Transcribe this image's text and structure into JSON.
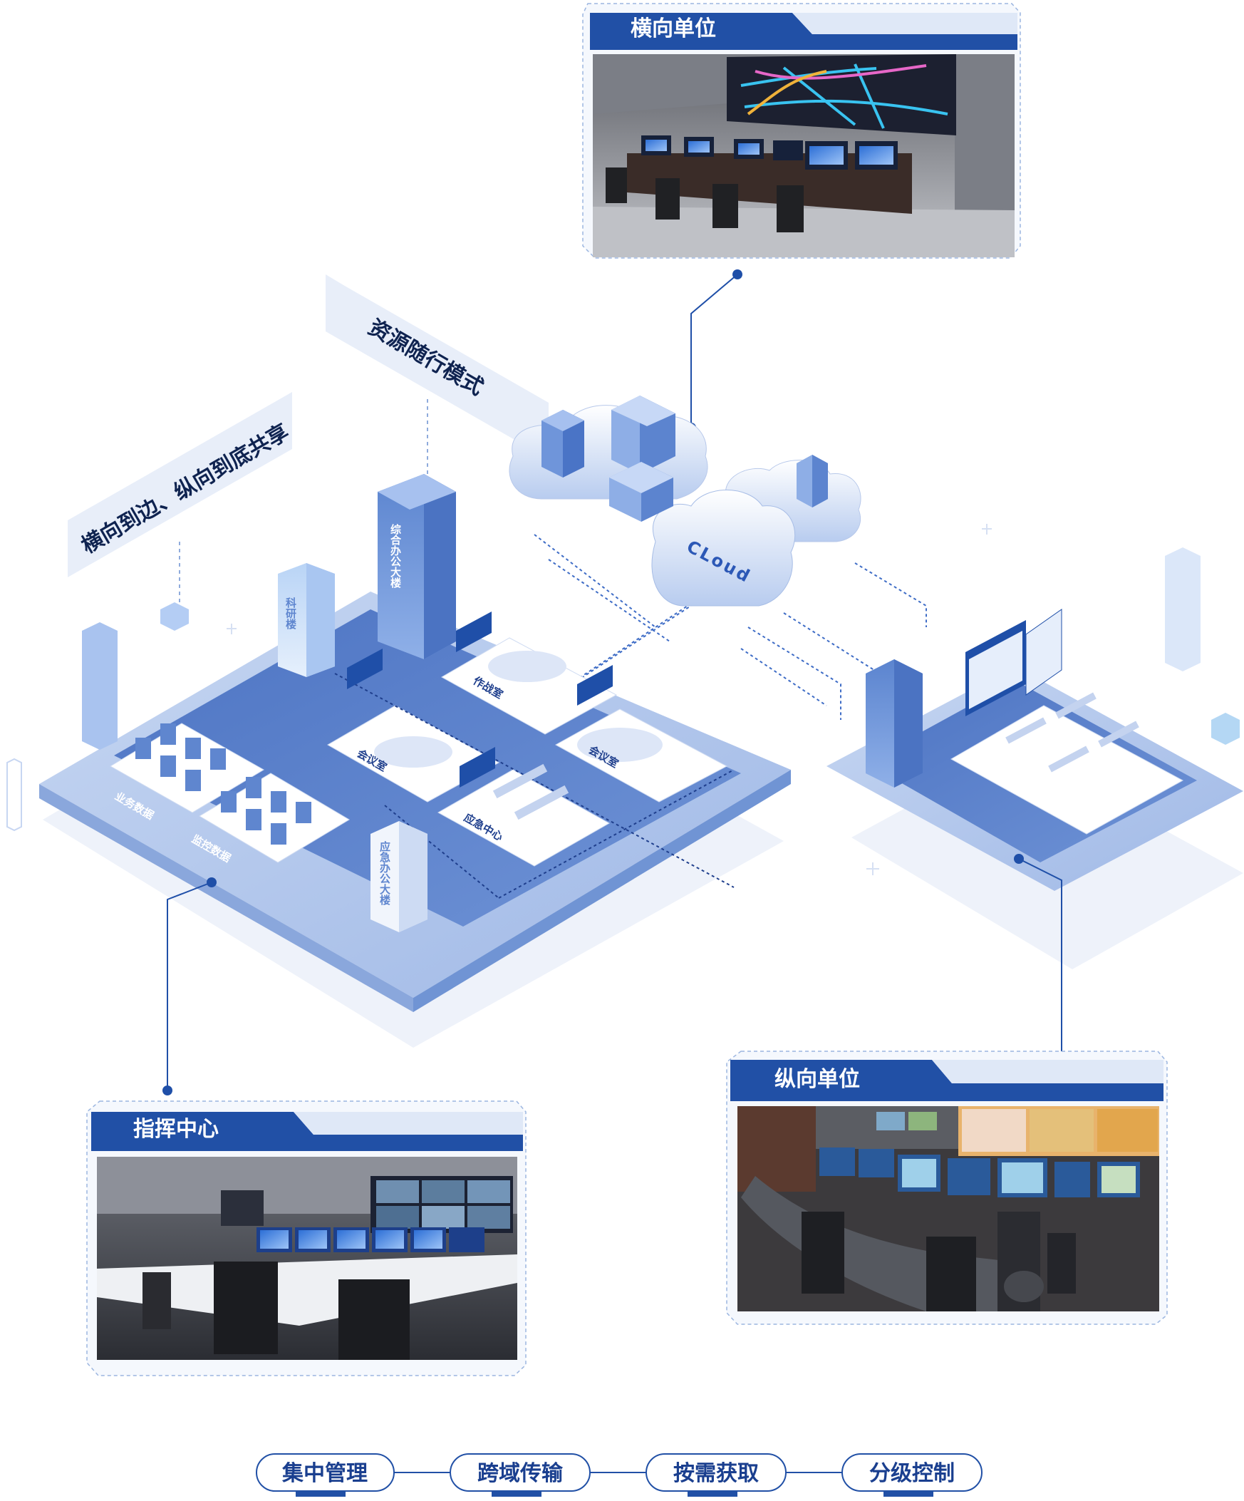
{
  "panels": {
    "top": {
      "title": "横向单位"
    },
    "left": {
      "title": "指挥中心"
    },
    "right": {
      "title": "纵向单位"
    }
  },
  "banners": {
    "resource": "资源随行模式",
    "sharing": "横向到边、纵向到底共享"
  },
  "cloud_label": "CLoud",
  "buildings": {
    "office": "综合办公大楼",
    "research": "科研楼",
    "emergency_office": "应急办公大楼"
  },
  "rooms": {
    "war_room": "作战室",
    "meeting_room_1": "会议室",
    "meeting_room_2": "会议室",
    "emergency_center": "应急中心"
  },
  "data_zones": {
    "business": "业务数据",
    "monitoring": "监控数据"
  },
  "features": [
    "集中管理",
    "跨域传输",
    "按需获取",
    "分级控制"
  ],
  "colors": {
    "primary_blue": "#1f4fa8",
    "platform_blue": "#5f86cf",
    "light_blue": "#dce7f8",
    "pale_blue": "#eef3fb"
  }
}
